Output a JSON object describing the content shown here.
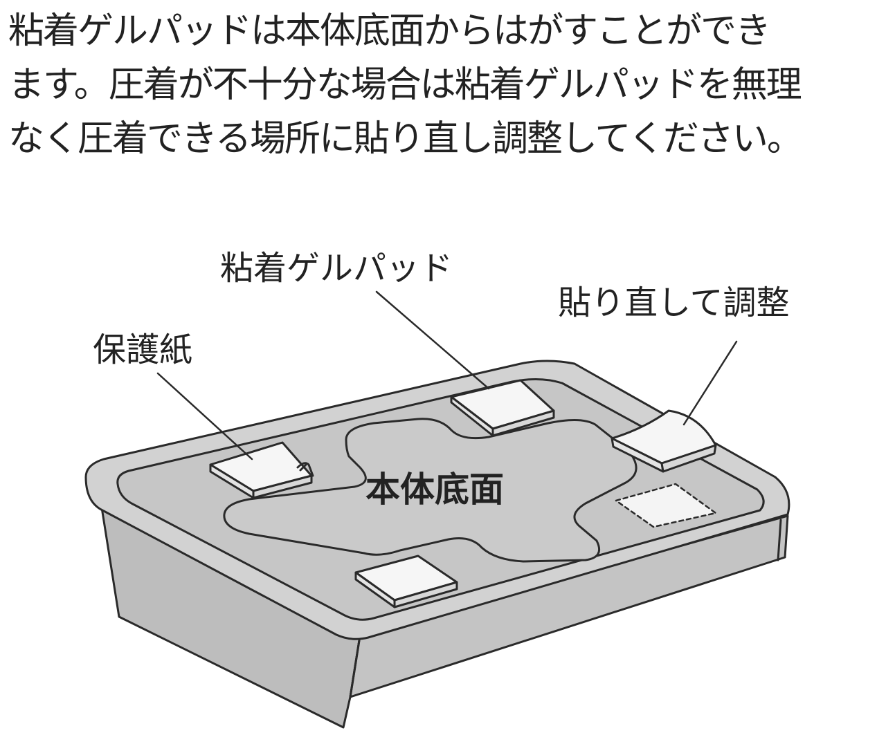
{
  "instructions": {
    "lines": [
      "粘着ゲルパッドは本体底面からはがすことができ",
      "ます。圧着が不十分な場合は粘着ゲルパッドを無理",
      "なく圧着できる場所に貼り直し調整してください。"
    ]
  },
  "labels": {
    "gel_pad": "粘着ゲルパッド",
    "reattach": "貼り直して調整",
    "protective_paper": "保護紙",
    "body_bottom": "本体底面"
  },
  "colors": {
    "body_fill": "#c9c9c9",
    "body_side": "#bdbdbd",
    "pad_fill": "#f6f6f6",
    "outline": "#2a2a2a"
  }
}
